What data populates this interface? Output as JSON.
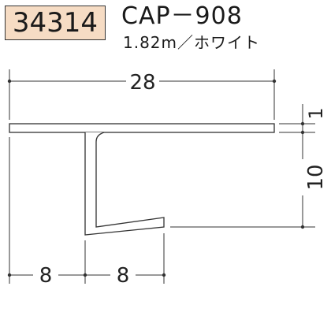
{
  "header": {
    "product_code": "34314",
    "model_name": "CAP－908",
    "length": "1.82m",
    "separator": "／",
    "color": "ホワイト"
  },
  "dimensions": {
    "overall_width": "28",
    "flange_thickness": "1",
    "web_height": "10",
    "left_segment": "8",
    "right_segment": "8"
  },
  "colors": {
    "badge_background": "#f6dcc4",
    "line": "#333333"
  }
}
